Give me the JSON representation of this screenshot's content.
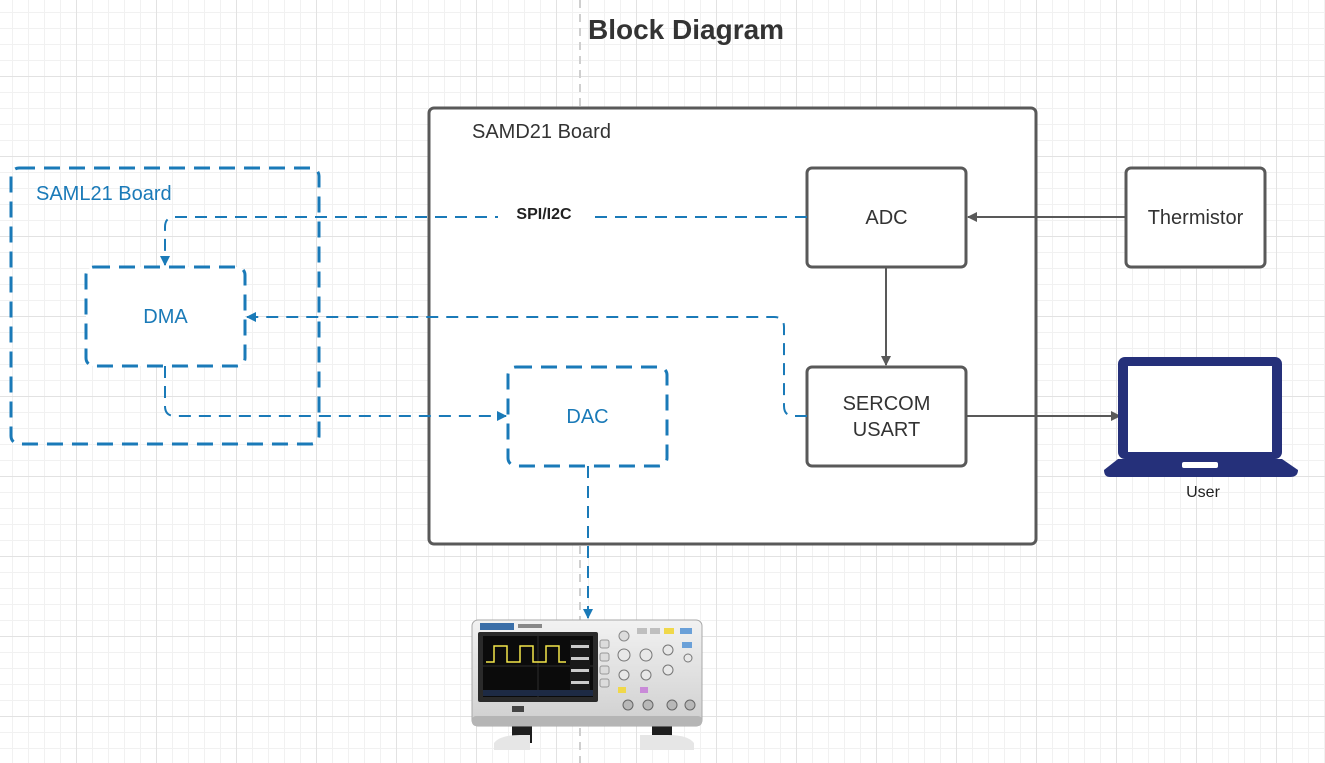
{
  "title": "Block Diagram",
  "boards": {
    "samd21": "SAMD21 Board",
    "saml21": "SAML21 Board"
  },
  "blocks": {
    "adc": "ADC",
    "sercom_line1": "SERCOM",
    "sercom_line2": "USART",
    "thermistor": "Thermistor",
    "dma": "DMA",
    "dac": "DAC"
  },
  "connections": {
    "bus": "SPI/I2C"
  },
  "devices": {
    "user": "User"
  },
  "colors": {
    "dark": "#595959",
    "blue": "#1a7ab8",
    "laptop": "#25307a"
  },
  "icons": {
    "laptop": "laptop-icon",
    "oscilloscope": "oscilloscope-icon"
  }
}
